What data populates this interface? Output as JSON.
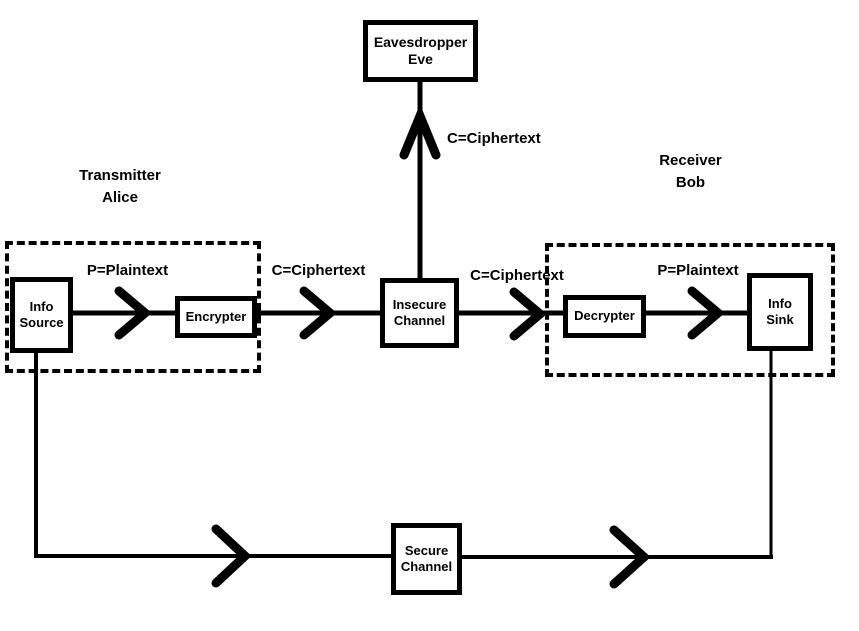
{
  "diagram": {
    "boxes": {
      "eavesdropper": {
        "line1": "Eavesdropper",
        "line2": "Eve"
      },
      "info_source": {
        "line1": "Info",
        "line2": "Source"
      },
      "encrypter": {
        "label": "Encrypter"
      },
      "insecure_channel": {
        "line1": "Insecure",
        "line2": "Channel"
      },
      "decrypter": {
        "label": "Decrypter"
      },
      "info_sink": {
        "line1": "Info",
        "line2": "Sink"
      },
      "secure_channel": {
        "line1": "Secure",
        "line2": "Channel"
      }
    },
    "group_labels": {
      "transmitter": {
        "line1": "Transmitter",
        "line2": "Alice"
      },
      "receiver": {
        "line1": "Receiver",
        "line2": "Bob"
      }
    },
    "flow_labels": {
      "ciphertext_to_eve": "C=Ciphertext",
      "plaintext_source_to_encrypter": "P=Plaintext",
      "ciphertext_encrypter_to_channel": "C=Ciphertext",
      "ciphertext_channel_to_decrypter": "C=Ciphertext",
      "plaintext_decrypter_to_sink": "P=Plaintext"
    },
    "colors": {
      "ink": "#000000",
      "background": "#ffffff"
    }
  }
}
